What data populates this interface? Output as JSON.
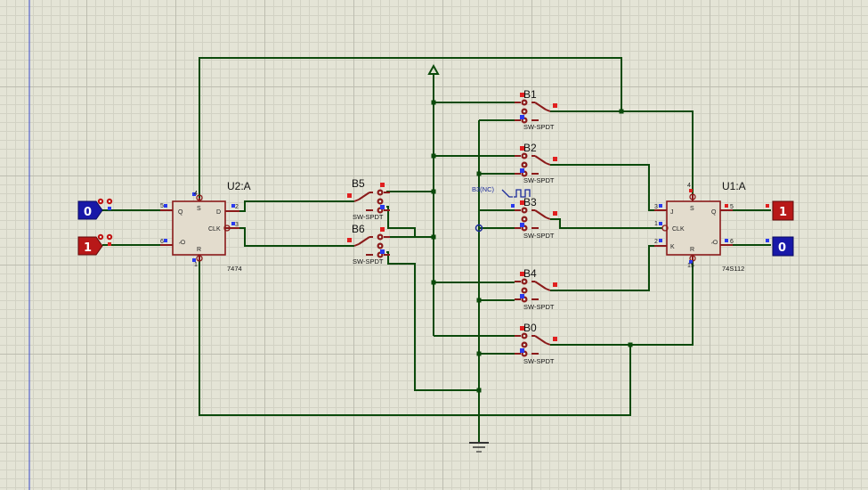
{
  "schematic": {
    "u2": {
      "ref": "U2:A",
      "part": "7474",
      "pins": {
        "d": "D",
        "clk": "CLK",
        "q": "Q",
        "qb": "Q",
        "s": "S",
        "r": "R",
        "n_d": "2",
        "n_clk": "3",
        "n_q": "5",
        "n_qb": "6",
        "n_s": "4",
        "n_r": "1"
      }
    },
    "u1": {
      "ref": "U1:A",
      "part": "74S112",
      "pins": {
        "j": "J",
        "clk": "CLK",
        "k": "K",
        "q": "Q",
        "qb": "Q",
        "s": "S",
        "r": "R",
        "n_j": "3",
        "n_clk": "1",
        "n_k": "2",
        "n_q": "5",
        "n_qb": "6",
        "n_s": "4",
        "n_r": "15"
      }
    },
    "switches": {
      "b1": {
        "ref": "B1",
        "type": "SW-SPDT"
      },
      "b2": {
        "ref": "B2",
        "type": "SW-SPDT"
      },
      "b3": {
        "ref": "B3",
        "type": "SW-SPDT"
      },
      "b4": {
        "ref": "B4",
        "type": "SW-SPDT"
      },
      "b0": {
        "ref": "B0",
        "type": "SW-SPDT"
      },
      "b5": {
        "ref": "B5",
        "type": "SW-SPDT"
      },
      "b6": {
        "ref": "B6",
        "type": "SW-SPDT"
      }
    },
    "clock_source": "B3(NC)",
    "logic_states": {
      "u2_q": "0",
      "u2_qb": "1",
      "u1_q": "1",
      "u1_qb": "0"
    },
    "colors": {
      "wire": "#0b4a0b",
      "part_outline": "#8b1a1a",
      "probe_low": "#1010a0",
      "probe_high": "#b01010"
    }
  }
}
